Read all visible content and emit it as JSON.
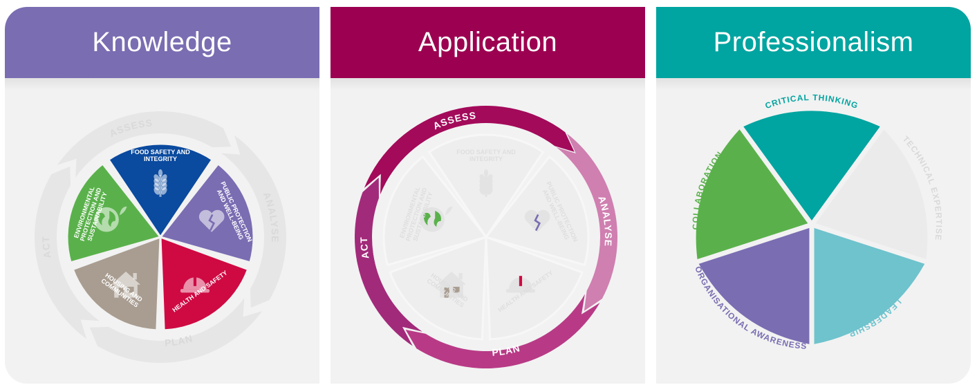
{
  "panels": {
    "knowledge": {
      "title": "Knowledge",
      "cycle": [
        "ASSESS",
        "ANALYSE",
        "PLAN",
        "ACT"
      ],
      "segments": [
        {
          "label": "FOOD SAFETY AND INTEGRITY",
          "icon": "wheat-icon",
          "color": "#0a4a9f"
        },
        {
          "label": "PUBLIC PROTECTION AND WELL-BEING",
          "icon": "broken-heart-icon",
          "color": "#7a6db2"
        },
        {
          "label": "HEALTH AND SAFETY",
          "icon": "hard-hat-icon",
          "color": "#cf0a43"
        },
        {
          "label": "HOUSING AND COMMUNITIES",
          "icon": "house-icon",
          "color": "#a99d91"
        },
        {
          "label": "ENVIRONMENTAL PROTECTION AND SUSTAINABILITY",
          "icon": "globe-icon",
          "color": "#5ab14b"
        }
      ]
    },
    "application": {
      "title": "Application",
      "cycle": [
        "ASSESS",
        "ANALYSE",
        "PLAN",
        "ACT"
      ],
      "cycle_colors": [
        "#a30a5a",
        "#cf7fb0",
        "#b83a86",
        "#a22a7a"
      ],
      "segments": [
        "FOOD SAFETY AND INTEGRITY",
        "PUBLIC PROTECTION AND WELL-BEING",
        "HEALTH AND SAFETY",
        "HOUSING AND COMMUNITIES",
        "ENVIRONMENTAL PROTECTION AND SUSTAINABILITY"
      ]
    },
    "professionalism": {
      "title": "Professionalism",
      "segments": [
        {
          "label": "CRITICAL THINKING",
          "color": "#00a4a0",
          "highlighted": true
        },
        {
          "label": "TECHNICAL EXPERTISE",
          "color": "#ebebeb",
          "highlighted": false
        },
        {
          "label": "LEADERSHIP",
          "color": "#6ec3cd",
          "highlighted": true
        },
        {
          "label": "ORGANISATIONAL AWARENESS",
          "color": "#7a6db2",
          "highlighted": true
        },
        {
          "label": "COLLABORATION",
          "color": "#5ab14b",
          "highlighted": true
        }
      ]
    }
  }
}
